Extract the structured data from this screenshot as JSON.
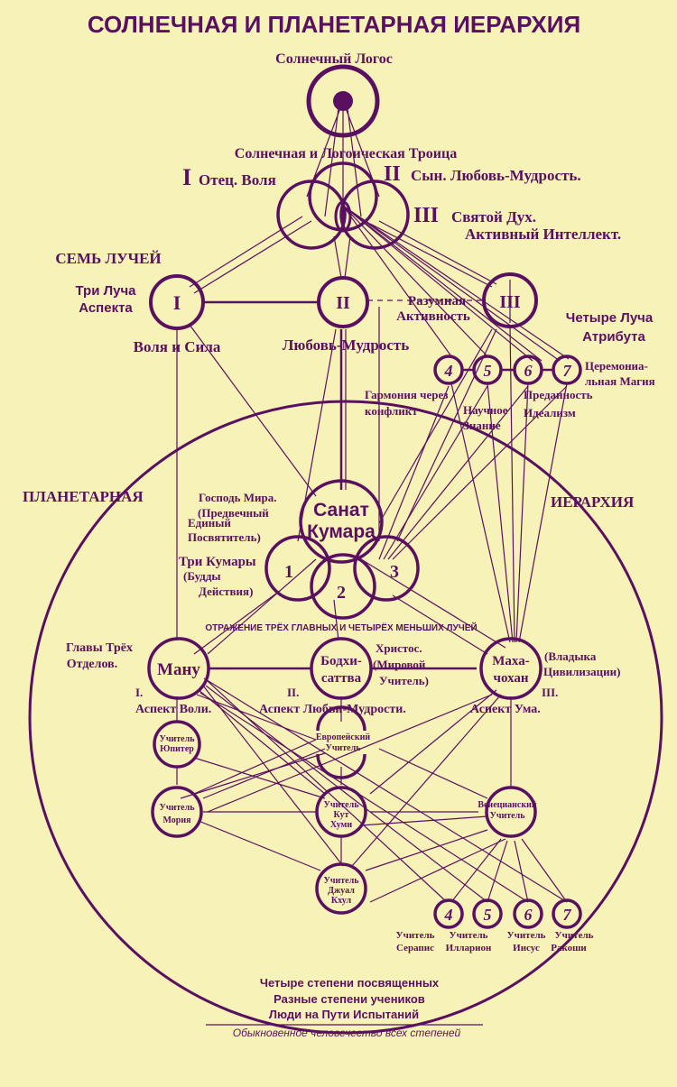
{
  "title": "СОЛНЕЧНАЯ И ПЛАНЕТАРНАЯ ИЕРАРХИЯ",
  "solar_logos": "Солнечный Логос",
  "trinity": "Солнечная и Логоическая Троица",
  "aspect1_num": "I",
  "aspect1_text": "Отец. Воля",
  "aspect2_num": "II",
  "aspect2_text": "Сын. Любовь-Мудрость.",
  "aspect3_num": "III",
  "aspect3_text1": "Святой Дух.",
  "aspect3_text2": "Активный Интеллект.",
  "seven_rays": "СЕМЬ ЛУЧЕЙ",
  "three_rays_1": "Три Луча",
  "three_rays_2": "Аспекта",
  "ray_I": "I",
  "ray_II": "II",
  "ray_III": "III",
  "will_power": "Воля  и  Сила",
  "love_wisdom": "Любовь-Мудрость",
  "intelligent_1": "Разумная",
  "intelligent_2": "Активность",
  "four_rays_1": "Четыре  Луча",
  "four_rays_2": "Атрибута",
  "minor_rays": [
    "4",
    "5",
    "6",
    "7"
  ],
  "ceremonial_1": "Церемониа-",
  "ceremonial_2": "льная Магия",
  "harmony_1": "Гармония через",
  "harmony_2": "конфликт",
  "science_1": "Научное",
  "science_2": "Знание",
  "devotion_1": "Преданность",
  "devotion_2": "Идеализм",
  "planetary": "ПЛАНЕТАРНАЯ",
  "hierarchy": "ИЕРАРХИЯ",
  "lord_1": "Господь Мира.",
  "lord_2": "(Предвечный",
  "lord_3": "Единый",
  "lord_4": "Посвятитель)",
  "sanat_1": "Санат",
  "sanat_2": "Кумара",
  "kumaras_1": "Три Кумары",
  "kumaras_2": "(Будды",
  "kumaras_3": "Действия)",
  "kumara_nums": [
    "1",
    "2",
    "3"
  ],
  "reflection": "ОТРАЖЕНИЕ ТРЁХ ГЛАВНЫХ И ЧЕТЫРЁХ МЕНЬШИХ ЛУЧЕЙ",
  "heads_1": "Главы Трёх",
  "heads_2": "Отделов.",
  "manu": "Ману",
  "bodhi_1": "Бодхи-",
  "bodhi_2": "саттва",
  "christ_1": "Христос.",
  "christ_2": "(Мировой",
  "christ_3": "Учитель)",
  "maha_1": "Маха-",
  "maha_2": "чохан",
  "lord_civ_1": "(Владыка",
  "lord_civ_2": "Цивилизации)",
  "dept1_num": "I.",
  "dept1_text": "Аспект Воли.",
  "dept2_num": "II.",
  "dept2_text": "Аспект Любви-Мудрости.",
  "dept3_num": "III.",
  "dept3_text": "Аспект Ума.",
  "teacher_word": "Учитель",
  "m_jupiter": "Юпитер",
  "m_european_1": "Европейский",
  "m_european_2": "Учитель",
  "m_morya": "Мория",
  "m_kuthumi_1": "Кут",
  "m_kuthumi_2": "Хуми",
  "m_venetian_1": "Венецианский",
  "m_venetian_2": "Учитель",
  "m_djwal_1": "Джуал",
  "m_djwal_2": "Кхул",
  "bottom_masters": [
    "Серапис",
    "Илларион",
    "Иисус",
    "Ракоши"
  ],
  "degrees_1": "Четыре степени посвященных",
  "degrees_2": "Разные степени учеников",
  "degrees_3": "Люди на Пути Испытаний",
  "humanity": "Обыкновенное человечество всех степеней"
}
